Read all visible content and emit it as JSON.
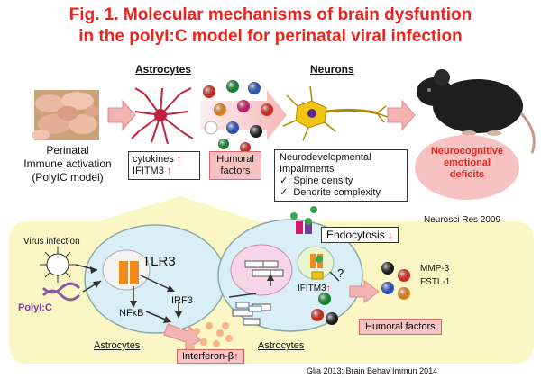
{
  "title": {
    "line1": "Fig. 1.  Molecular mechanisms of brain dysfuntion",
    "line2": "in the polyI:C model for perinatal viral infection"
  },
  "headers": {
    "astrocytes": "Astrocytes",
    "neurons": "Neurons"
  },
  "perinatal": {
    "line1": "Perinatal",
    "line2": "Immune activation",
    "line3": "(PolyIC model)"
  },
  "astro_box": {
    "line1": "cytokines",
    "line2": "IFITM3",
    "arrow": "↑"
  },
  "humoral_top": {
    "line1": "Humoral",
    "line2": "factors"
  },
  "neuro_box": {
    "line1": "Neurodevelopmental",
    "line2": "Impairments",
    "item1": "Spine density",
    "item2": "Dendrite complexity",
    "check": "✓"
  },
  "deficits": {
    "line1": "Neurocognitive",
    "line2": "emotional",
    "line3": "deficits"
  },
  "ref_top": "Neurosci Res 2009",
  "virus_label": "Virus infection",
  "polyic_label": "PolyI:C",
  "tlr3": "TLR3",
  "irf3": "IRF3",
  "nfkb": "NFκB",
  "endocytosis": {
    "label": "Endocytosis",
    "arrow": "↓"
  },
  "ifitm3": {
    "label": "IFITM3",
    "arrow": "↑"
  },
  "question": "?",
  "mmp3": "MMP-3",
  "fstl1": "FSTL-1",
  "astro_bottom_left": "Astrocytes",
  "astro_bottom_right": "Astrocytes",
  "interferon": {
    "label": "Interferon-β",
    "arrow": "↑"
  },
  "humoral_bottom": "Humoral factors",
  "ref_bottom": "Glia 2013;  Brain Behav Immun 2014",
  "colors": {
    "title": "#e8251c",
    "pink_box": "#f7c2c2",
    "arrow_fill": "#f4b3b3",
    "callout": "#fbf7c4"
  }
}
